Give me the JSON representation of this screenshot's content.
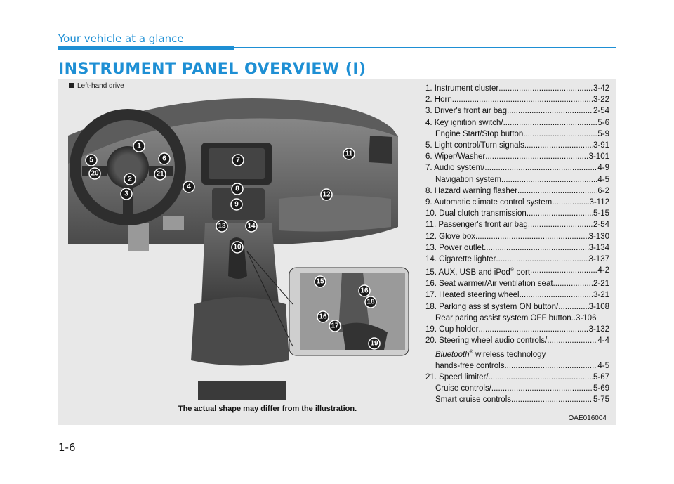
{
  "header": {
    "section": "Your vehicle at a glance",
    "title": "INSTRUMENT PANEL OVERVIEW (I)"
  },
  "figure": {
    "drive_label": "Left-hand drive",
    "caption": "The actual shape may differ from the illustration.",
    "code": "OAE016004",
    "callouts": [
      "1",
      "2",
      "3",
      "4",
      "5",
      "6",
      "7",
      "8",
      "9",
      "10",
      "11",
      "12",
      "13",
      "14",
      "15",
      "16",
      "17",
      "18",
      "19",
      "20",
      "21"
    ]
  },
  "items": [
    {
      "text": "1. Instrument cluster ",
      "page": "3-42"
    },
    {
      "text": "2. Horn ",
      "page": "3-22"
    },
    {
      "text": "3. Driver's front air bag ",
      "page": "2-54"
    },
    {
      "text": "4. Key ignition switch/ ",
      "page": "5-6"
    },
    {
      "text": "Engine Start/Stop button ",
      "page": "5-9"
    },
    {
      "text": "5. Light control/Turn signals ",
      "page": "3-91"
    },
    {
      "text": "6. Wiper/Washer ",
      "page": "3-101"
    },
    {
      "text": "7. Audio system/ ",
      "page": "4-9"
    },
    {
      "text": "Navigation system ",
      "page": "4-5"
    },
    {
      "text": "8. Hazard warning flasher",
      "page": "6-2"
    },
    {
      "text": "9. Automatic climate control system ",
      "page": "3-112"
    },
    {
      "text": "10. Dual clutch transmission",
      "page": "5-15"
    },
    {
      "text": "11. Passenger's front air bag ",
      "page": "2-54"
    },
    {
      "text": "12. Glove box ",
      "page": "3-130"
    },
    {
      "text": "13. Power outlet ",
      "page": "3-134"
    },
    {
      "text": "14. Cigarette lighter ",
      "page": "3-137"
    },
    {
      "text_a": "15. AUX, USB and iPod",
      "sup": "®",
      "text_b": " port ",
      "page": "4-2"
    },
    {
      "text": "16. Seat warmer/Air ventilation seat ",
      "page": "2-21"
    },
    {
      "text": "17. Heated steering wheel ",
      "page": "3-21"
    },
    {
      "text": "18. Parking assist system ON button/",
      "page": "3-108"
    },
    {
      "text": "Rear paring assist system OFF button..",
      "page": "3-106"
    },
    {
      "text": "19. Cup holder ",
      "page": "3-132"
    },
    {
      "text": "20. Steering wheel audio controls/ ",
      "page": "4-4"
    },
    {
      "italic": "Bluetooth",
      "sup": "®",
      "rest": " wireless technology"
    },
    {
      "text": "hands-free controls ",
      "page": "4-5"
    },
    {
      "text": "21. Speed limiter/",
      "page": " 5-67"
    },
    {
      "text": "Cruise controls/",
      "page": "5-69"
    },
    {
      "text": "Smart cruise controls ",
      "page": "5-75"
    }
  ],
  "footer": {
    "page_number": "1-6"
  }
}
